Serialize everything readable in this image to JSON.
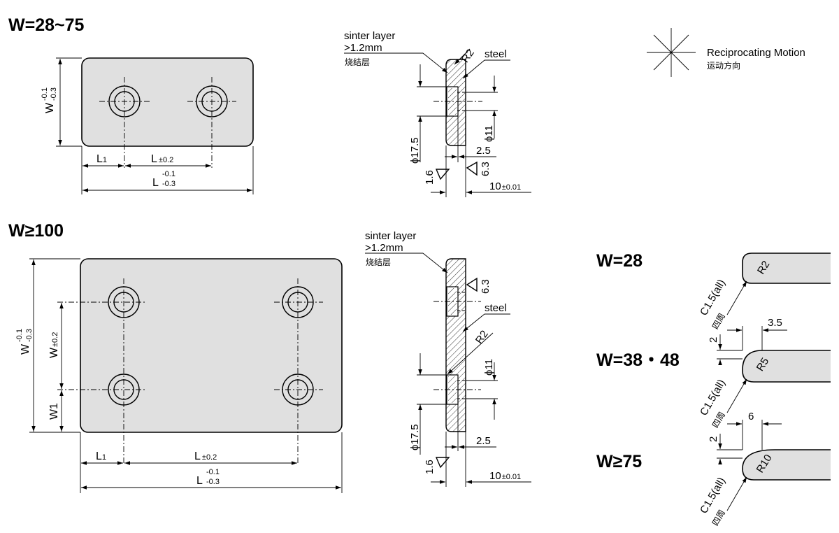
{
  "titles": {
    "w_small": "W=28~75",
    "w_large": "W≥100",
    "w28": "W=28",
    "w38": "W=38・48",
    "w75": "W≥75"
  },
  "motion": {
    "label_en": "Reciprocating Motion",
    "label_cn": "运动方向"
  },
  "section": {
    "sinter_en": "sinter layer",
    "sinter_thk": ">1.2mm",
    "sinter_cn": "烧结层",
    "steel": "steel",
    "radius": "R2",
    "cbore_dia": "ϕ17.5",
    "hole_dia": "ϕ11",
    "cbore_depth": "2.5",
    "thickness": "10",
    "thickness_tol": "±0.01",
    "rough_a": "1.6",
    "rough_b": "6.3"
  },
  "dims": {
    "L": "L",
    "L1": "L",
    "L1_sub": "1",
    "W": "W",
    "W1": "W",
    "W1_sub": "1",
    "tol_pm": "±0.2",
    "tol_hi": "-0.1",
    "tol_lo": "-0.3"
  },
  "corners": {
    "chamfer": "C1.5(all)",
    "chamfer_cn": "四周",
    "r2": "R2",
    "r5": "R5",
    "r10": "R10",
    "step": "2",
    "offset_35": "3.5",
    "offset_6": "6"
  }
}
